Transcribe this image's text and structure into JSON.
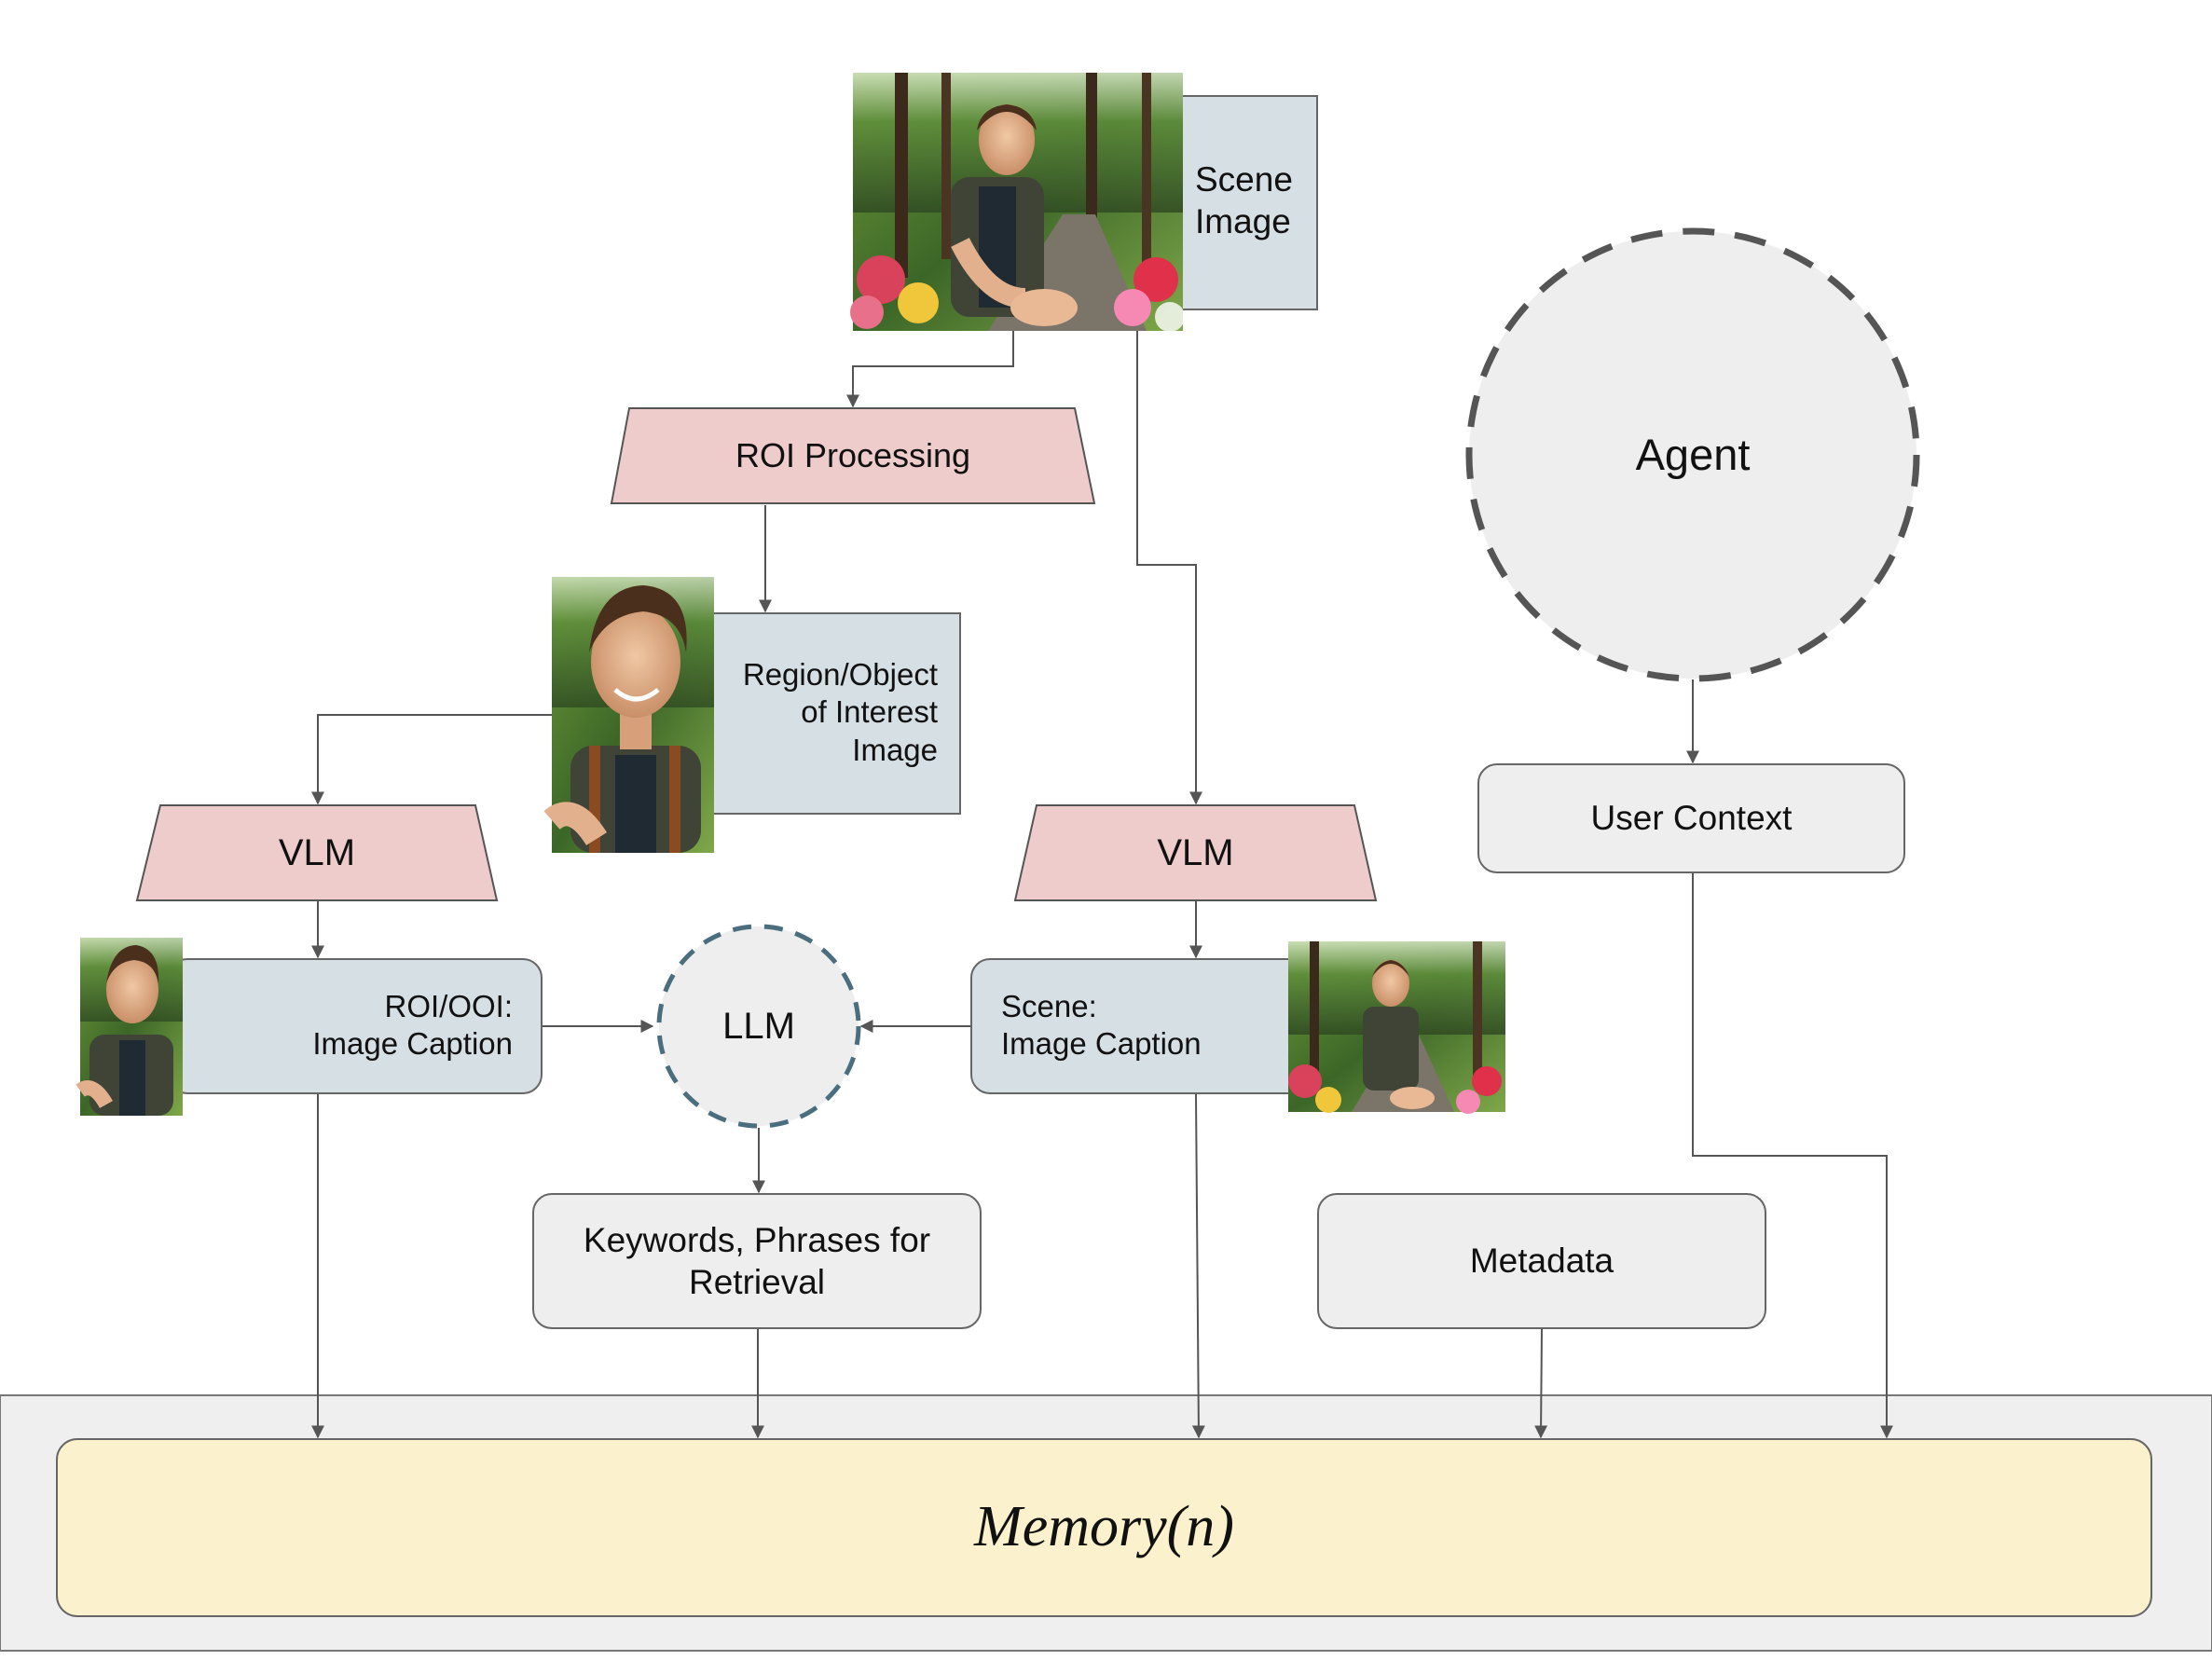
{
  "nodes": {
    "scene_image": {
      "label_line1": "Scene",
      "label_line2": "Image"
    },
    "roi_processing": {
      "label": "ROI Processing"
    },
    "region_image": {
      "label_line1": "Region/Object",
      "label_line2": "of Interest",
      "label_line3": "Image"
    },
    "vlm_left": {
      "label": "VLM"
    },
    "vlm_right": {
      "label": "VLM"
    },
    "roi_caption": {
      "label_line1": "ROI/OOI:",
      "label_line2": "Image Caption"
    },
    "llm": {
      "label": "LLM"
    },
    "scene_caption": {
      "label_line1": "Scene:",
      "label_line2": "Image Caption"
    },
    "keywords": {
      "label_line1": "Keywords, Phrases for",
      "label_line2": "Retrieval"
    },
    "agent": {
      "label": "Agent"
    },
    "user_context": {
      "label": "User Context"
    },
    "metadata": {
      "label": "Metadata"
    },
    "memory": {
      "label": "Memory(n)"
    }
  },
  "colors": {
    "process_fill": "#efcccc",
    "image_label_fill": "#d6e0e4",
    "neutral_fill": "#eeeeee",
    "memory_fill": "#fbf1cc",
    "band_fill": "#efefef",
    "llm_dash": "#4a6e7e",
    "agent_dash": "#555555",
    "stroke": "#555555"
  },
  "icons": [
    "scene-photo",
    "roi-portrait-photo",
    "roi-thumbnail-photo",
    "scene-thumbnail-photo"
  ]
}
